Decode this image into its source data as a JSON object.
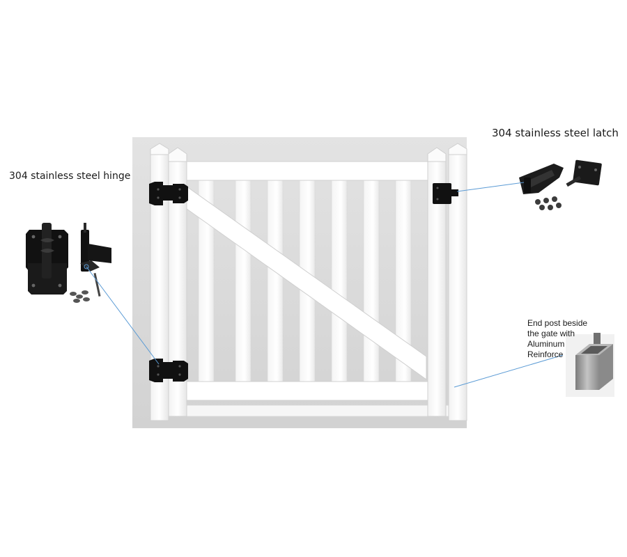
{
  "callouts": {
    "hinge": {
      "label": "304 stainless steel hinge"
    },
    "latch": {
      "label": "304 stainless steel latch"
    },
    "end_post": {
      "lines": [
        "End post beside",
        "the gate with",
        "Aluminum",
        "Reinforce"
      ]
    }
  },
  "colors": {
    "background_panel": "#dcdcdc",
    "vinyl": "#ffffff",
    "vinyl_shadow": "#d4d4d4",
    "hardware": "#111111",
    "leader_line": "#5b9bd5",
    "aluminum": "#9a9a9a"
  },
  "icons": {
    "hinge_hardware": "spring-hinge-icon",
    "latch_hardware": "gravity-latch-icon",
    "reinforcement": "aluminum-tube-icon"
  }
}
